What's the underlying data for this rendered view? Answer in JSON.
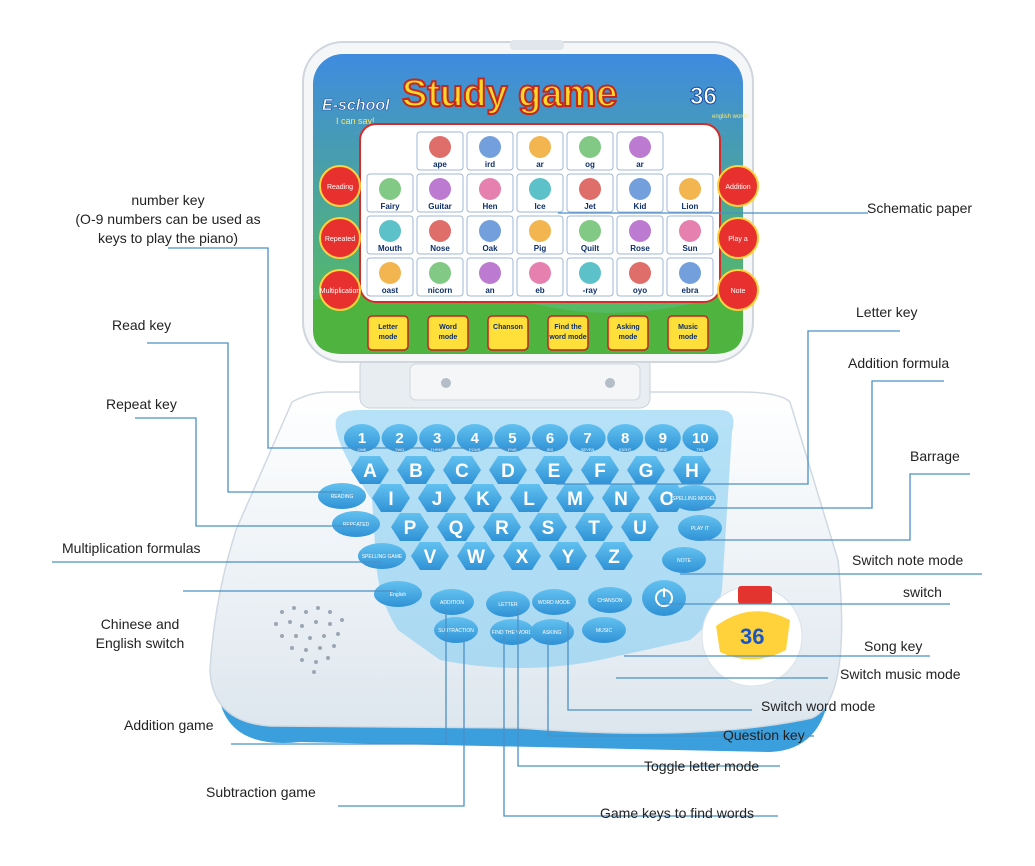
{
  "device": {
    "brand_left": "E-school",
    "brand_left_sub": "I can say!",
    "title": "Study game",
    "badge_number": "36",
    "badge_sub": "english words",
    "screen_words": [
      [
        "ape",
        "ird",
        "ar",
        "og",
        "ar"
      ],
      [
        "Fairy",
        "Guitar",
        "Hen",
        "Ice",
        "Jet",
        "Kid",
        "Lion"
      ],
      [
        "Mouth",
        "Nose",
        "Oak",
        "Pig",
        "Quilt",
        "Rose",
        "Sun"
      ],
      [
        "oast",
        "nicorn",
        "an",
        "eb",
        "-ray",
        "oyo",
        "ebra"
      ]
    ],
    "screen_side_left": [
      "Reading",
      "Repeated",
      "Multiplication"
    ],
    "screen_side_right": [
      "Addition",
      "Play a",
      "Note"
    ],
    "mode_buttons": [
      "Letter mode",
      "Word mode",
      "Chanson",
      "Find the word mode",
      "Asking mode",
      "Music mode"
    ],
    "number_keys": [
      "1",
      "2",
      "3",
      "4",
      "5",
      "6",
      "7",
      "8",
      "9",
      "10"
    ],
    "number_words": [
      "ONE",
      "TWO",
      "THREE",
      "FOUR",
      "FIVE",
      "SIX",
      "SEVEN",
      "EIGHT",
      "NINE",
      "TEN"
    ],
    "letter_rows": [
      [
        "A",
        "B",
        "C",
        "D",
        "E",
        "F",
        "G",
        "H"
      ],
      [
        "I",
        "J",
        "K",
        "L",
        "M",
        "N",
        "O"
      ],
      [
        "P",
        "Q",
        "R",
        "S",
        "T",
        "U"
      ],
      [
        "V",
        "W",
        "X",
        "Y",
        "Z"
      ]
    ],
    "left_func_keys": [
      "READING",
      "REPEATED",
      "SPELLING GAME",
      "English"
    ],
    "right_func_keys": [
      "SPELLING MODEL",
      "PLAY IT",
      "NOTE"
    ],
    "bottom_func_keys": [
      "ADDITION",
      "LETTER",
      "WORD MODE",
      "CHANSON",
      "SUBTRACTION",
      "FIND THE WORD",
      "ASKING",
      "MUSIC"
    ],
    "sticker_number": "36"
  },
  "labels": {
    "number_key": "number key\n(O-9 numbers can be used as\nkeys to play the piano)",
    "read_key": "Read key",
    "repeat_key": "Repeat key",
    "multiplication": "Multiplication formulas",
    "chinese_english": "Chinese and\nEnglish switch",
    "addition_game": "Addition game",
    "subtraction_game": "Subtraction game",
    "schematic_paper": "Schematic paper",
    "letter_key": "Letter key",
    "addition_formula": "Addition formula",
    "barrage": "Barrage",
    "switch_note_mode": "Switch note mode",
    "switch": "switch",
    "song_key": "Song key",
    "switch_music_mode": "Switch music mode",
    "switch_word_mode": "Switch word mode",
    "question_key": "Question key",
    "toggle_letter_mode": "Toggle letter mode",
    "game_keys": "Game keys to find words"
  },
  "colors": {
    "leader": "#4a90c8",
    "key_blue": "#4ab0e8",
    "key_dark": "#2f86c9",
    "body_white": "#eef3f7",
    "base_blue": "#3b9fdd"
  }
}
